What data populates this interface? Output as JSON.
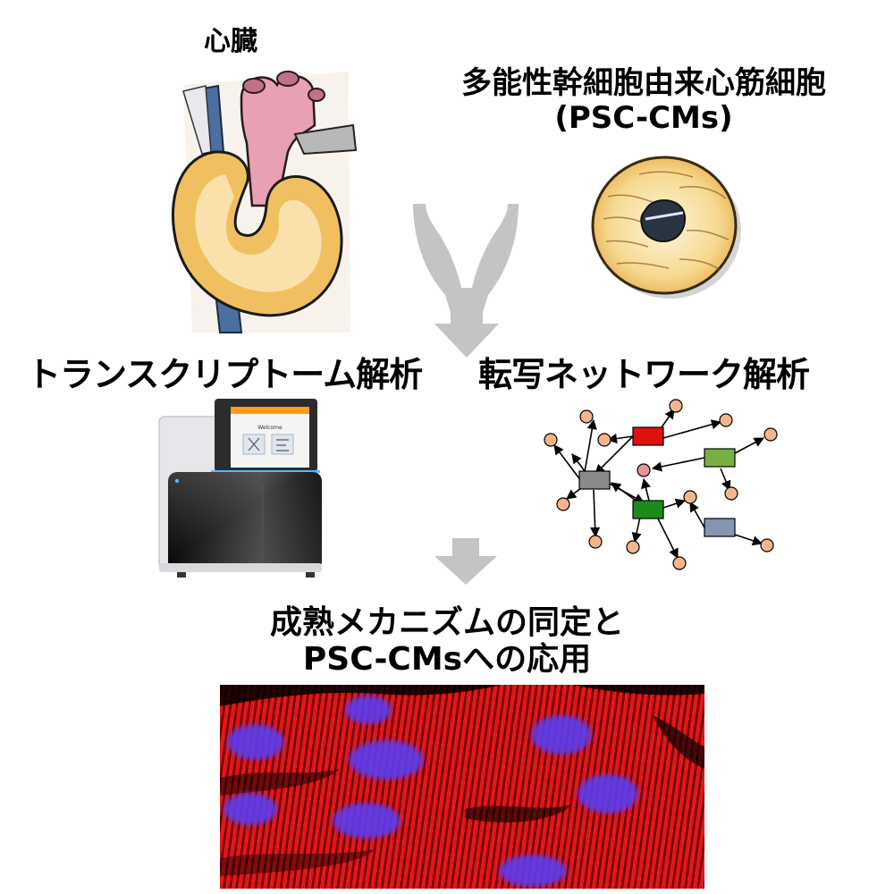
{
  "labels": {
    "heart": "心臓",
    "psc_line1": "多能性幹細胞由来心筋細胞",
    "psc_line2": "(PSC-CMs)",
    "transcriptome": "トランスクリプトーム解析",
    "network": "転写ネットワーク解析",
    "final_line1": "成熟メカニズムの同定と",
    "final_line2": "PSC-CMsへの応用"
  },
  "instrument_screen": {
    "welcome": "Welcome"
  },
  "colors": {
    "arrow_gray": "#c4c4c4",
    "heart_wall": "#f0c060",
    "heart_aorta": "#e8a0b4",
    "vessel_blue": "#4a6fa0",
    "node_peach": "#f4b48c",
    "node_pink": "#e89494",
    "tf_red": "#e01010",
    "tf_lightgreen": "#76b040",
    "tf_darkgreen": "#1e8a1e",
    "tf_gray": "#8a8a8a",
    "tf_bluegray": "#8496b0",
    "micro_red": "#e01414",
    "micro_blue": "#5a3cf0"
  }
}
